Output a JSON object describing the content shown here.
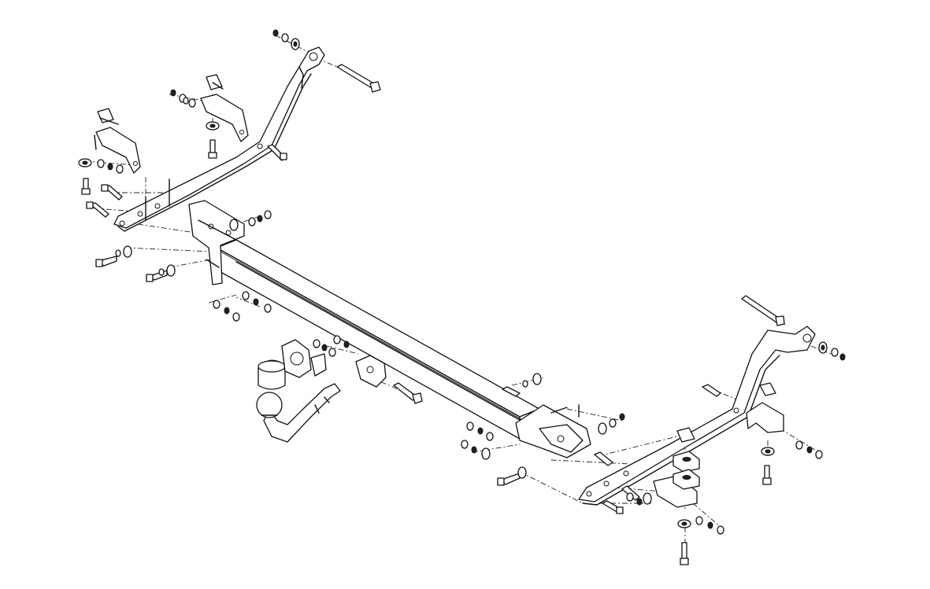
{
  "drawing": {
    "background": "#ffffff",
    "line_color": "#111111",
    "dash_pattern": "dash-dot"
  },
  "parts": [
    "left-side-bracket-arm",
    "right-side-bracket-arm",
    "main-crossbar",
    "tow-ball-neck",
    "tow-ball",
    "ball-cap",
    "socket-plate",
    "mounting-bracket",
    "bolt",
    "washer",
    "nut",
    "spacer-block"
  ]
}
